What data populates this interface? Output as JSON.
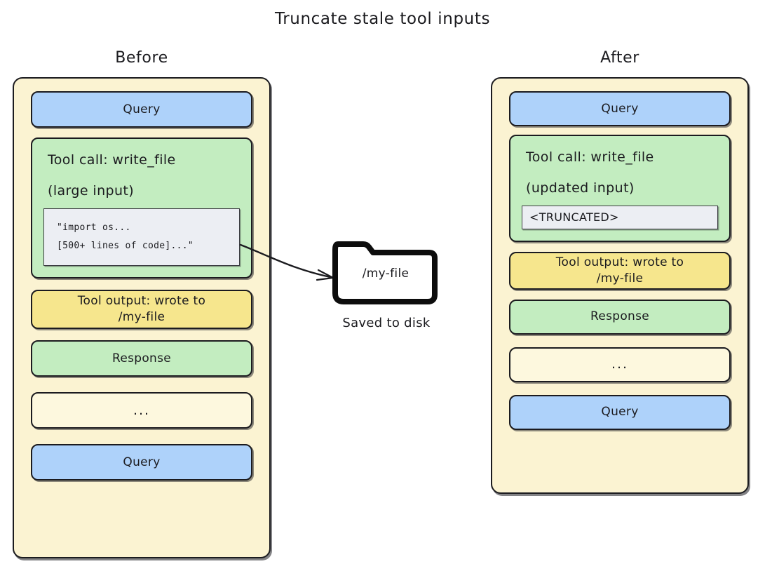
{
  "title": "Truncate stale tool inputs",
  "colors": {
    "canvas": "#ffffff",
    "container_bg": "#fbf3d2",
    "query_blue": "#aed2fa",
    "green": "#c3edc0",
    "yellow": "#f6e68d",
    "ellipsis_bg": "#fdf8de",
    "code_panel_bg": "#eceef3",
    "stroke": "#1b1b1f"
  },
  "columns": [
    {
      "heading": "Before",
      "blocks": [
        {
          "kind": "query",
          "label": "Query"
        },
        {
          "kind": "toolcall",
          "line1": "Tool call: write_file",
          "line2": "(large input)",
          "code_lines": [
            "\"import os...",
            "[500+ lines of code]...\""
          ]
        },
        {
          "kind": "output",
          "label": "Tool output: wrote to /my-file"
        },
        {
          "kind": "response",
          "label": "Response"
        },
        {
          "kind": "ellipsis",
          "label": "..."
        },
        {
          "kind": "query",
          "label": "Query"
        }
      ]
    },
    {
      "heading": "After",
      "blocks": [
        {
          "kind": "query",
          "label": "Query"
        },
        {
          "kind": "toolcall",
          "line1": "Tool call: write_file",
          "line2": "(updated input)",
          "code_lines": [
            "<TRUNCATED>"
          ]
        },
        {
          "kind": "output",
          "label": "Tool output: wrote to /my-file"
        },
        {
          "kind": "response",
          "label": "Response"
        },
        {
          "kind": "ellipsis",
          "label": "..."
        },
        {
          "kind": "query",
          "label": "Query"
        }
      ]
    }
  ],
  "before_labels": {
    "query_top": "Query",
    "toolcall_line1": "Tool call: write_file",
    "toolcall_line2": "(large input)",
    "code_line1": "\"import os...",
    "code_line2": "[500+ lines of code]...\"",
    "output_line1": "Tool output: wrote to",
    "output_line2": "/my-file",
    "response": "Response",
    "ellipsis": "...",
    "query_bottom": "Query"
  },
  "after_labels": {
    "query_top": "Query",
    "toolcall_line1": "Tool call: write_file",
    "toolcall_line2": "(updated input)",
    "truncated": "<TRUNCATED>",
    "output_line1": "Tool output: wrote to",
    "output_line2": "/my-file",
    "response": "Response",
    "ellipsis": "...",
    "query_bottom": "Query"
  },
  "folder": {
    "icon": "folder-icon",
    "inner_label": "/my-file",
    "caption": "Saved to disk"
  },
  "arrow": {
    "icon": "curved-arrow-icon",
    "from": "before-code-panel",
    "to": "folder-icon"
  }
}
